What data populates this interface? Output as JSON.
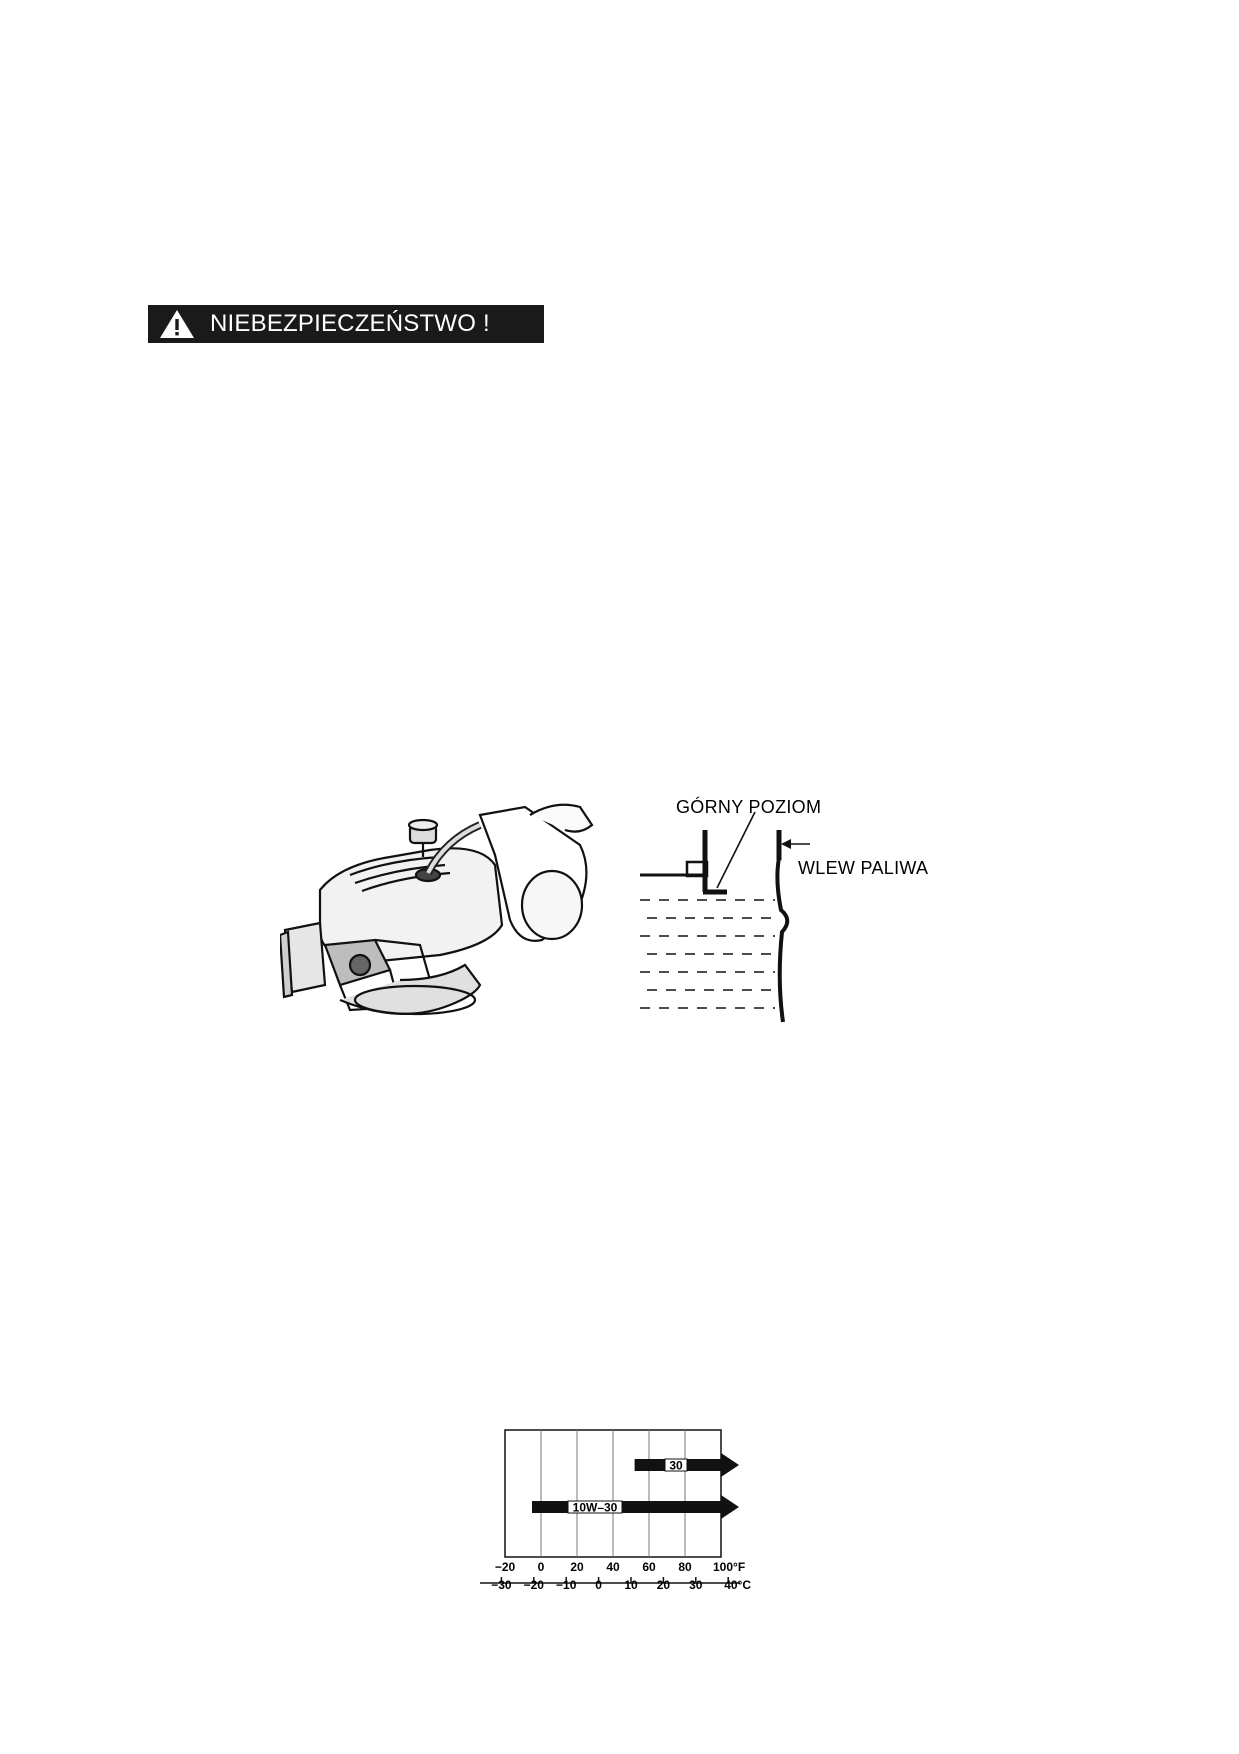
{
  "warning": {
    "label": "NIEBEZPIECZEŃSTWO !",
    "bg_color": "#1a1a1a",
    "text_color": "#ffffff"
  },
  "fuel_figure": {
    "engine_illustration": "engine-refuel-illustration",
    "top_level_label": "GÓRNY POZIOM",
    "filler_label": "WLEW PALIWA"
  },
  "oil_chart": {
    "fahrenheit_ticks": [
      "−20",
      "0",
      "20",
      "40",
      "60",
      "80",
      "100°F"
    ],
    "celsius_ticks": [
      "−30",
      "−20",
      "−10",
      "0",
      "10",
      "20",
      "30",
      "40°C"
    ],
    "bars": [
      {
        "label": "30",
        "from_f": 52,
        "to_f": 110
      },
      {
        "label": "10W–30",
        "from_f": -5,
        "to_f": 110
      }
    ]
  }
}
